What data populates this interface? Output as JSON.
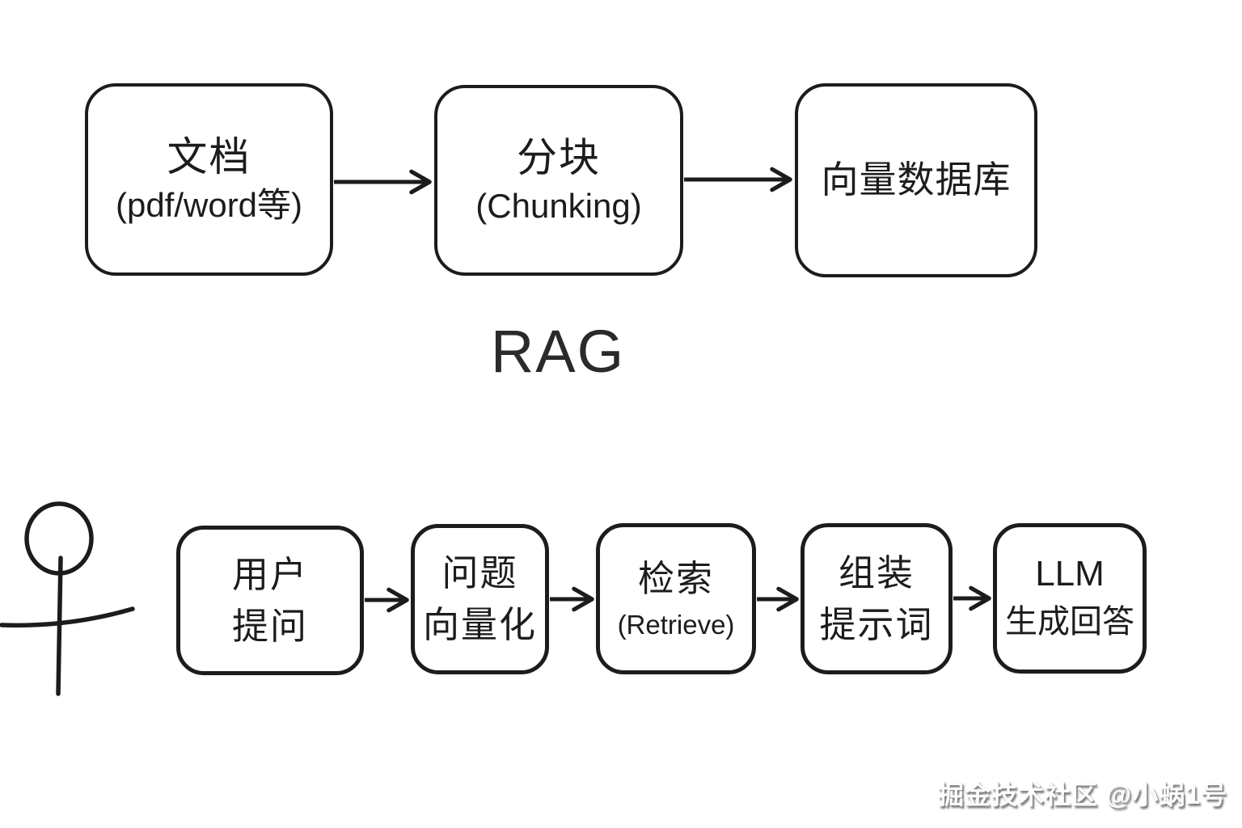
{
  "title": "RAG",
  "nodes": {
    "documents": {
      "line1": "文档",
      "line2": "(pdf/word等)"
    },
    "chunking": {
      "line1": "分块",
      "line2": "(Chunking)"
    },
    "vector_db": {
      "line1": "向量数据库"
    },
    "user_question": {
      "line1": "用户",
      "line2": "提问"
    },
    "question_vectorize": {
      "line1": "问题",
      "line2": "向量化"
    },
    "retrieve": {
      "line1": "检索",
      "line2": "(Retrieve)"
    },
    "assemble_prompt": {
      "line1": "组装",
      "line2": "提示词"
    },
    "llm_answer": {
      "line1": "LLM",
      "line2": "生成回答"
    }
  },
  "watermark": "掘金技术社区 @小蜗1号",
  "colors": {
    "ink": "#1c1c1c",
    "background": "#ffffff"
  }
}
